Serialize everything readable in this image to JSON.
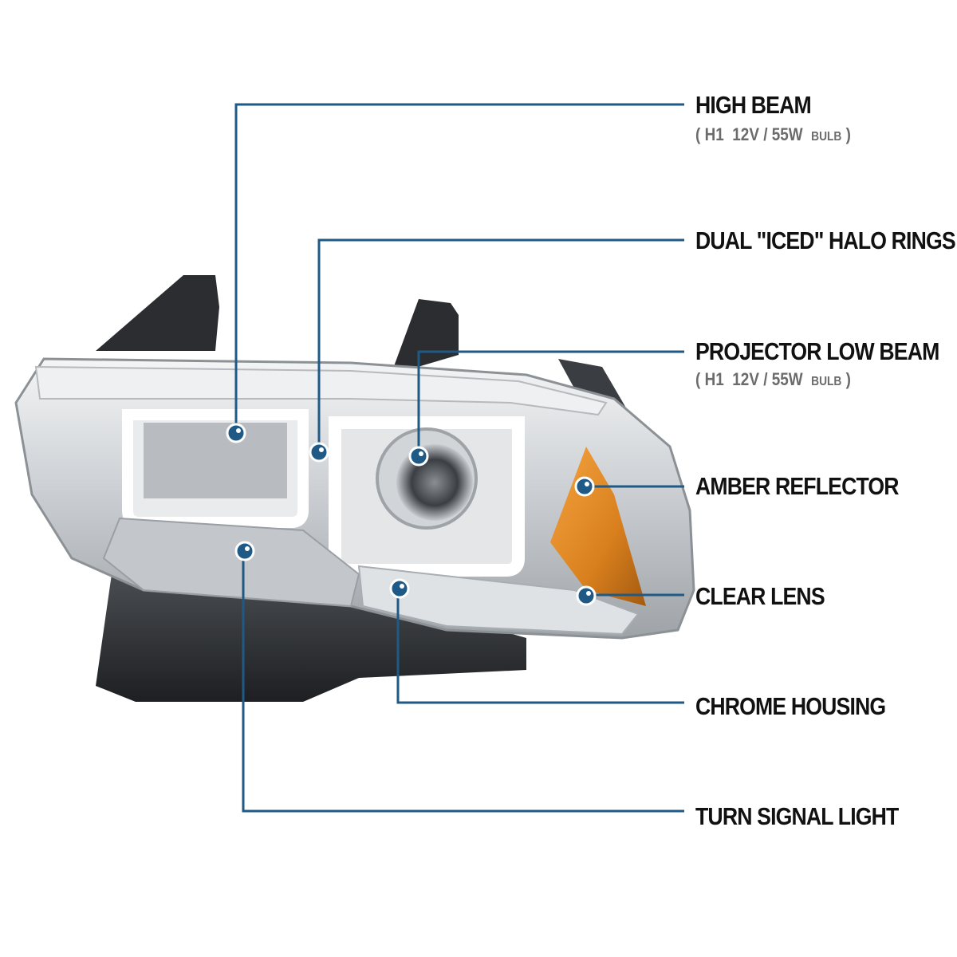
{
  "product": "Headlight assembly (chrome housing, clear lens, amber reflector, dual halo rings)",
  "colors": {
    "callout_line": "#1f5a86",
    "callout_dot": "#1f5a86",
    "label_text": "#111111",
    "sub_text": "#6b6b6b",
    "amber": "#d9801e",
    "chrome": "#d8dadd",
    "black_plastic": "#2b2d30",
    "background": "#ffffff"
  },
  "callouts": [
    {
      "id": "high-beam",
      "label": "HIGH BEAM",
      "spec": {
        "open": "(",
        "bulb": "H1",
        "voltage_wattage": "12V / 55W",
        "unit": "BULB",
        "close": ")"
      }
    },
    {
      "id": "halo-rings",
      "label": "DUAL \"ICED\" HALO RINGS"
    },
    {
      "id": "projector-low-beam",
      "label": "PROJECTOR LOW BEAM",
      "spec": {
        "open": "(",
        "bulb": "H1",
        "voltage_wattage": "12V / 55W",
        "unit": "BULB",
        "close": ")"
      }
    },
    {
      "id": "amber-reflector",
      "label": "AMBER REFLECTOR"
    },
    {
      "id": "clear-lens",
      "label": "CLEAR LENS"
    },
    {
      "id": "chrome-housing",
      "label": "CHROME HOUSING"
    },
    {
      "id": "turn-signal",
      "label": "TURN SIGNAL LIGHT"
    }
  ]
}
